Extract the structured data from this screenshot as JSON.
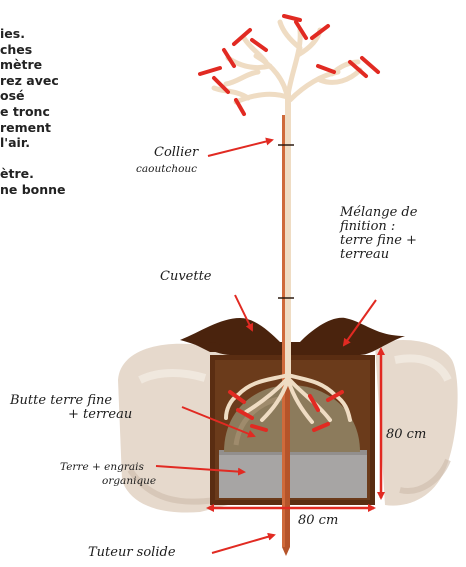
{
  "left_text": {
    "lines_a": [
      "ies.",
      "ches",
      "mètre",
      "rez avec",
      "osé",
      "e tronc",
      "rement",
      "l'air."
    ],
    "lines_b": [
      "ètre.",
      "ne bonne"
    ]
  },
  "labels": {
    "collier_line1": "Collier",
    "collier_line2": "caoutchouc",
    "melange_line1": "Mélange de",
    "melange_line2": "finition :",
    "melange_line3": "terre fine +",
    "melange_line4": "terreau",
    "cuvette": "Cuvette",
    "butte_line1": "Butte terre fine",
    "butte_line2": "+ terreau",
    "terre_line1": "Terre + engrais",
    "terre_line2": "organique",
    "depth": "80 cm",
    "width": "80 cm",
    "tuteur": "Tuteur solide"
  },
  "colors": {
    "arrow_red": "#e12a22",
    "soil_dark": "#5a2d12",
    "soil_mid": "#7b4a24",
    "stone_light": "#e3d6c9",
    "stake": "#b5542a",
    "root": "#efdcc3",
    "fill_grey": "#a7a5a4",
    "mound": "#8c7b5c"
  }
}
